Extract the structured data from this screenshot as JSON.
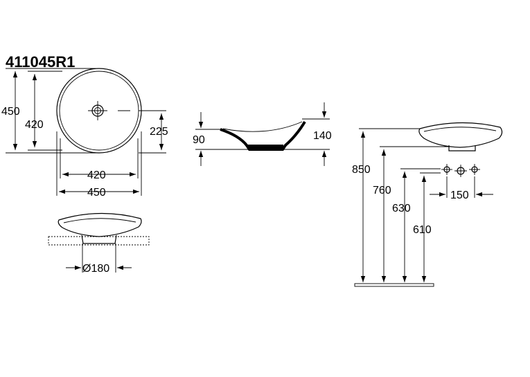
{
  "model_number": "411045R1",
  "top_view": {
    "outer_height": "450",
    "inner_height": "420",
    "half_depth": "225",
    "inner_width": "420",
    "outer_width": "450"
  },
  "front_view": {
    "drain_diameter": "Ø180"
  },
  "side_view": {
    "inner_depth": "90",
    "total_height": "140"
  },
  "installation_view": {
    "rim_height": "850",
    "base_height": "760",
    "tap_height": "630",
    "drain_height": "610",
    "tap_spacing": "150"
  },
  "colors": {
    "line": "#000000",
    "background": "#ffffff"
  }
}
